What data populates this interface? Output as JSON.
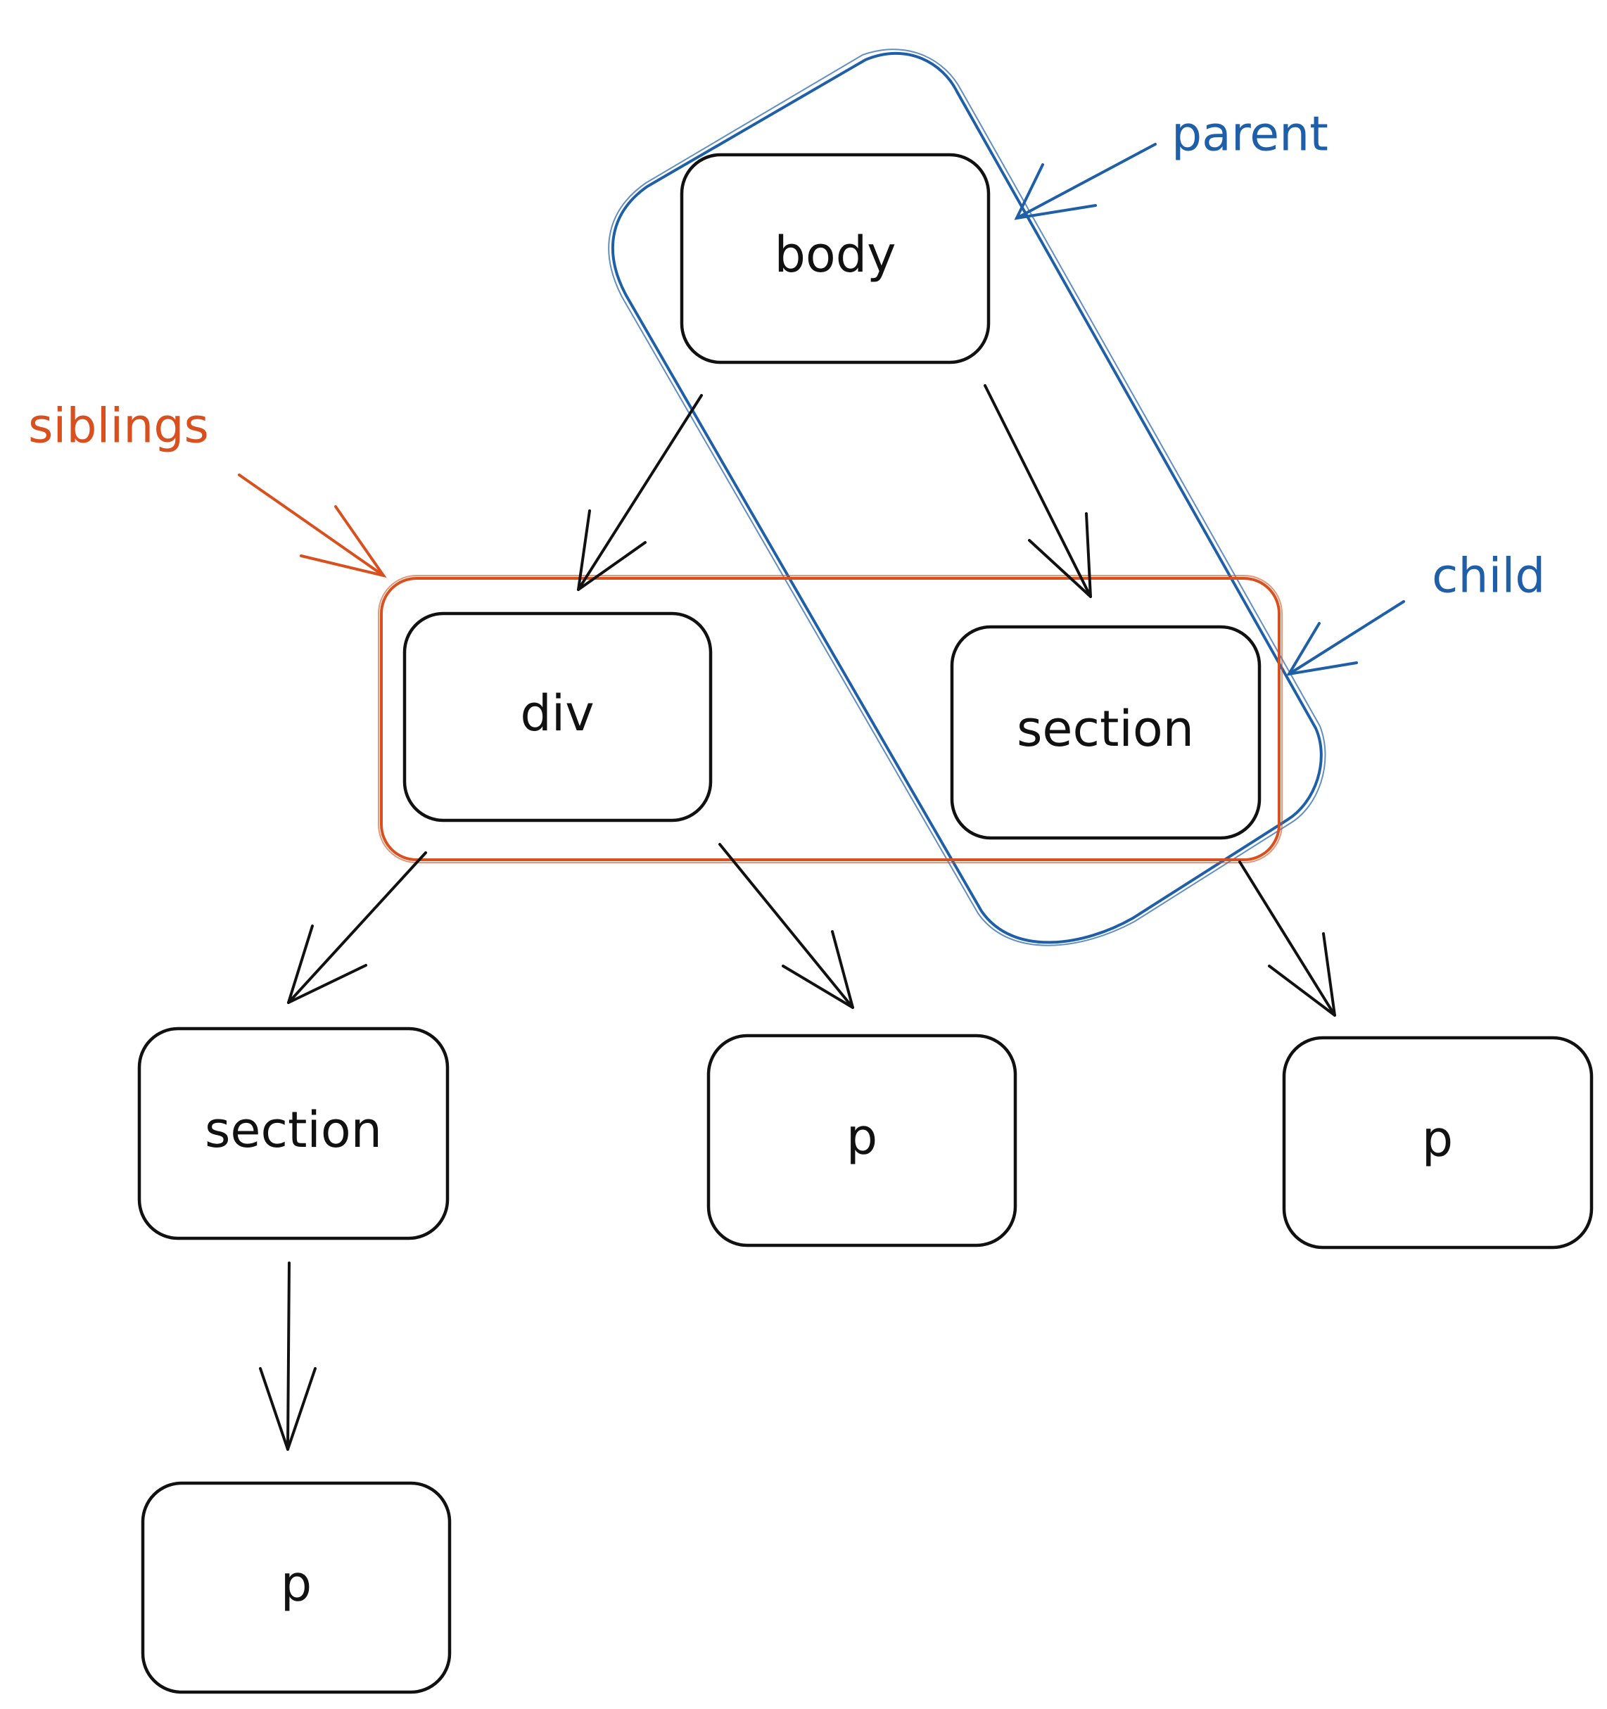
{
  "colors": {
    "node_stroke": "#111111",
    "siblings": "#d9501e",
    "parent_child": "#1f5fa8"
  },
  "nodes": {
    "body": "body",
    "div": "div",
    "section_top": "section",
    "section_left": "section",
    "p_mid": "p",
    "p_right": "p",
    "p_bottom": "p"
  },
  "edges": [
    {
      "from": "body",
      "to": "div"
    },
    {
      "from": "body",
      "to": "section"
    },
    {
      "from": "div",
      "to": "section"
    },
    {
      "from": "div",
      "to": "p"
    },
    {
      "from": "section",
      "to": "p"
    },
    {
      "from": "section",
      "to": "p"
    }
  ],
  "annotations": {
    "siblings": "siblings",
    "parent": "parent",
    "child": "child"
  }
}
